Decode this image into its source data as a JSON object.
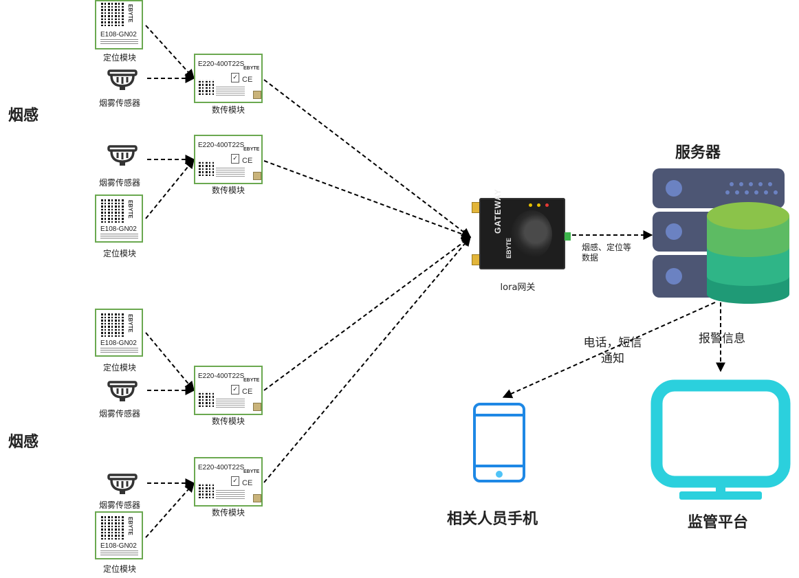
{
  "labels": {
    "smoke_group_1": "烟感",
    "smoke_group_2": "烟感",
    "positioning_module": "定位模块",
    "smoke_sensor": "烟雾传感器",
    "data_module": "数传模块",
    "gateway": "lora网关",
    "server": "服务器",
    "data_flow": "烟感、定位等数据",
    "data_flow_line1": "烟感、定位等",
    "data_flow_line2": "数据",
    "phone_notice_line1": "电话，短信",
    "phone_notice_line2": "通知",
    "alarm_info": "报警信息",
    "phone": "相关人员手机",
    "monitor": "监管平台"
  },
  "device_text": {
    "gps_model": "E108-GN02",
    "lora_model": "E220-400T22S",
    "brand": "EBYTE",
    "ce_mark": "CE",
    "gateway_title": "GATEWAY"
  },
  "colors": {
    "module_border": "#6aa84f",
    "server_body": "#4d5674",
    "server_dot": "#6b82c2",
    "db_top": "#8bc34a",
    "db_mid": "#2fb587",
    "db_bottom": "#1f9a76",
    "phone": "#1e88e5",
    "monitor": "#2bd0dd"
  },
  "icons": {
    "smoke_sensor": "smoke-detector-icon",
    "gateway": "lora-gateway-device",
    "server": "server-database-icon",
    "phone": "smartphone-icon",
    "monitor": "monitor-icon"
  }
}
